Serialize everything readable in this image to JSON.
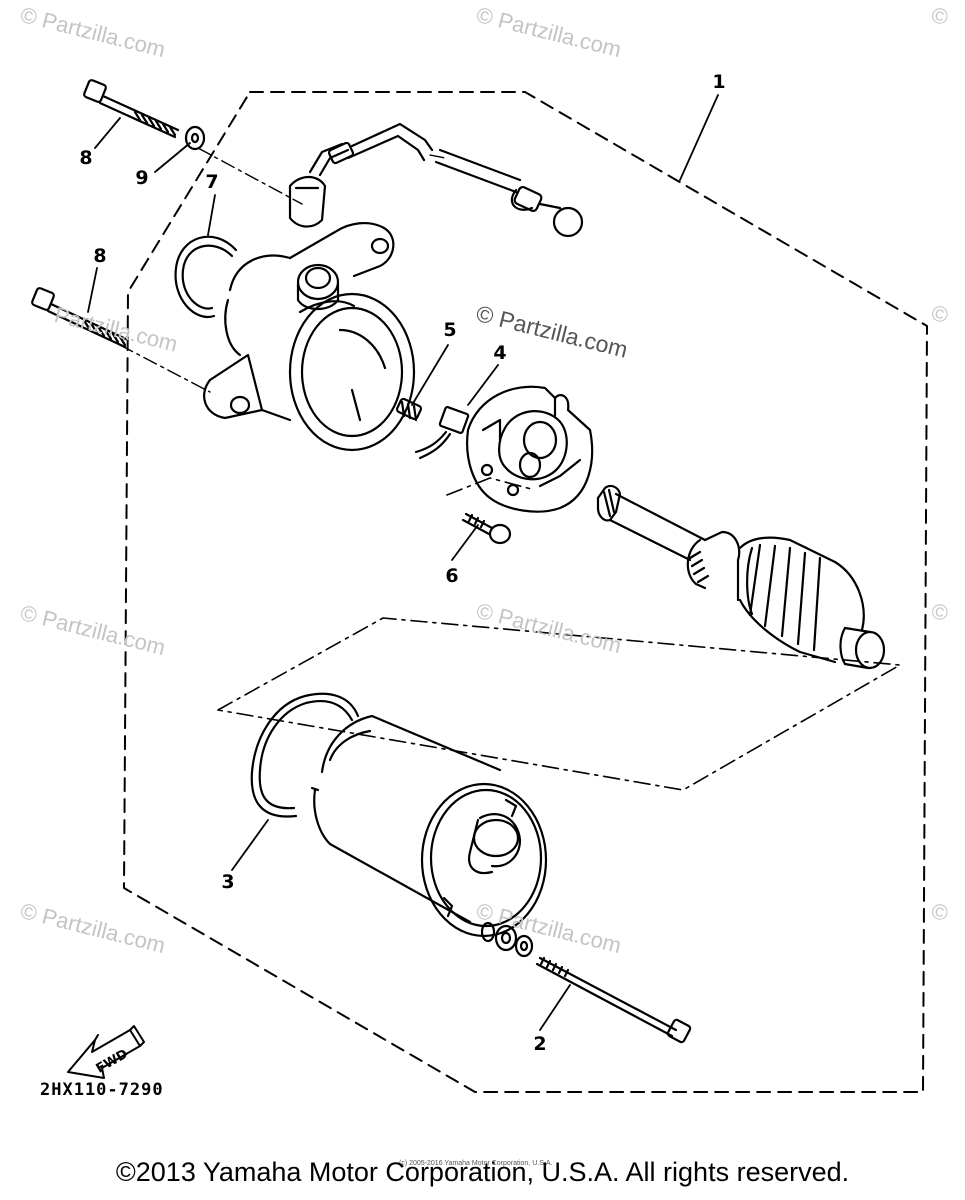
{
  "callouts": {
    "c1": "1",
    "c2": "2",
    "c3": "3",
    "c4": "4",
    "c5": "5",
    "c6": "6",
    "c7": "7",
    "c8a": "8",
    "c8b": "8",
    "c9": "9"
  },
  "fwd_label": "FWD",
  "part_code": "2HX110-7290",
  "watermark": {
    "text": "© Partzilla.com",
    "site_text": "Partzilla.com",
    "symbol": "©"
  },
  "tiny_copyright": "(c) 2005-2016 Yamaha Motor Corporation, U.S.A.",
  "copyright": "©2013 Yamaha Motor Corporation, U.S.A. All rights reserved.",
  "colors": {
    "ink": "#000000",
    "watermark": "#c4c4c4",
    "background": "#ffffff"
  }
}
